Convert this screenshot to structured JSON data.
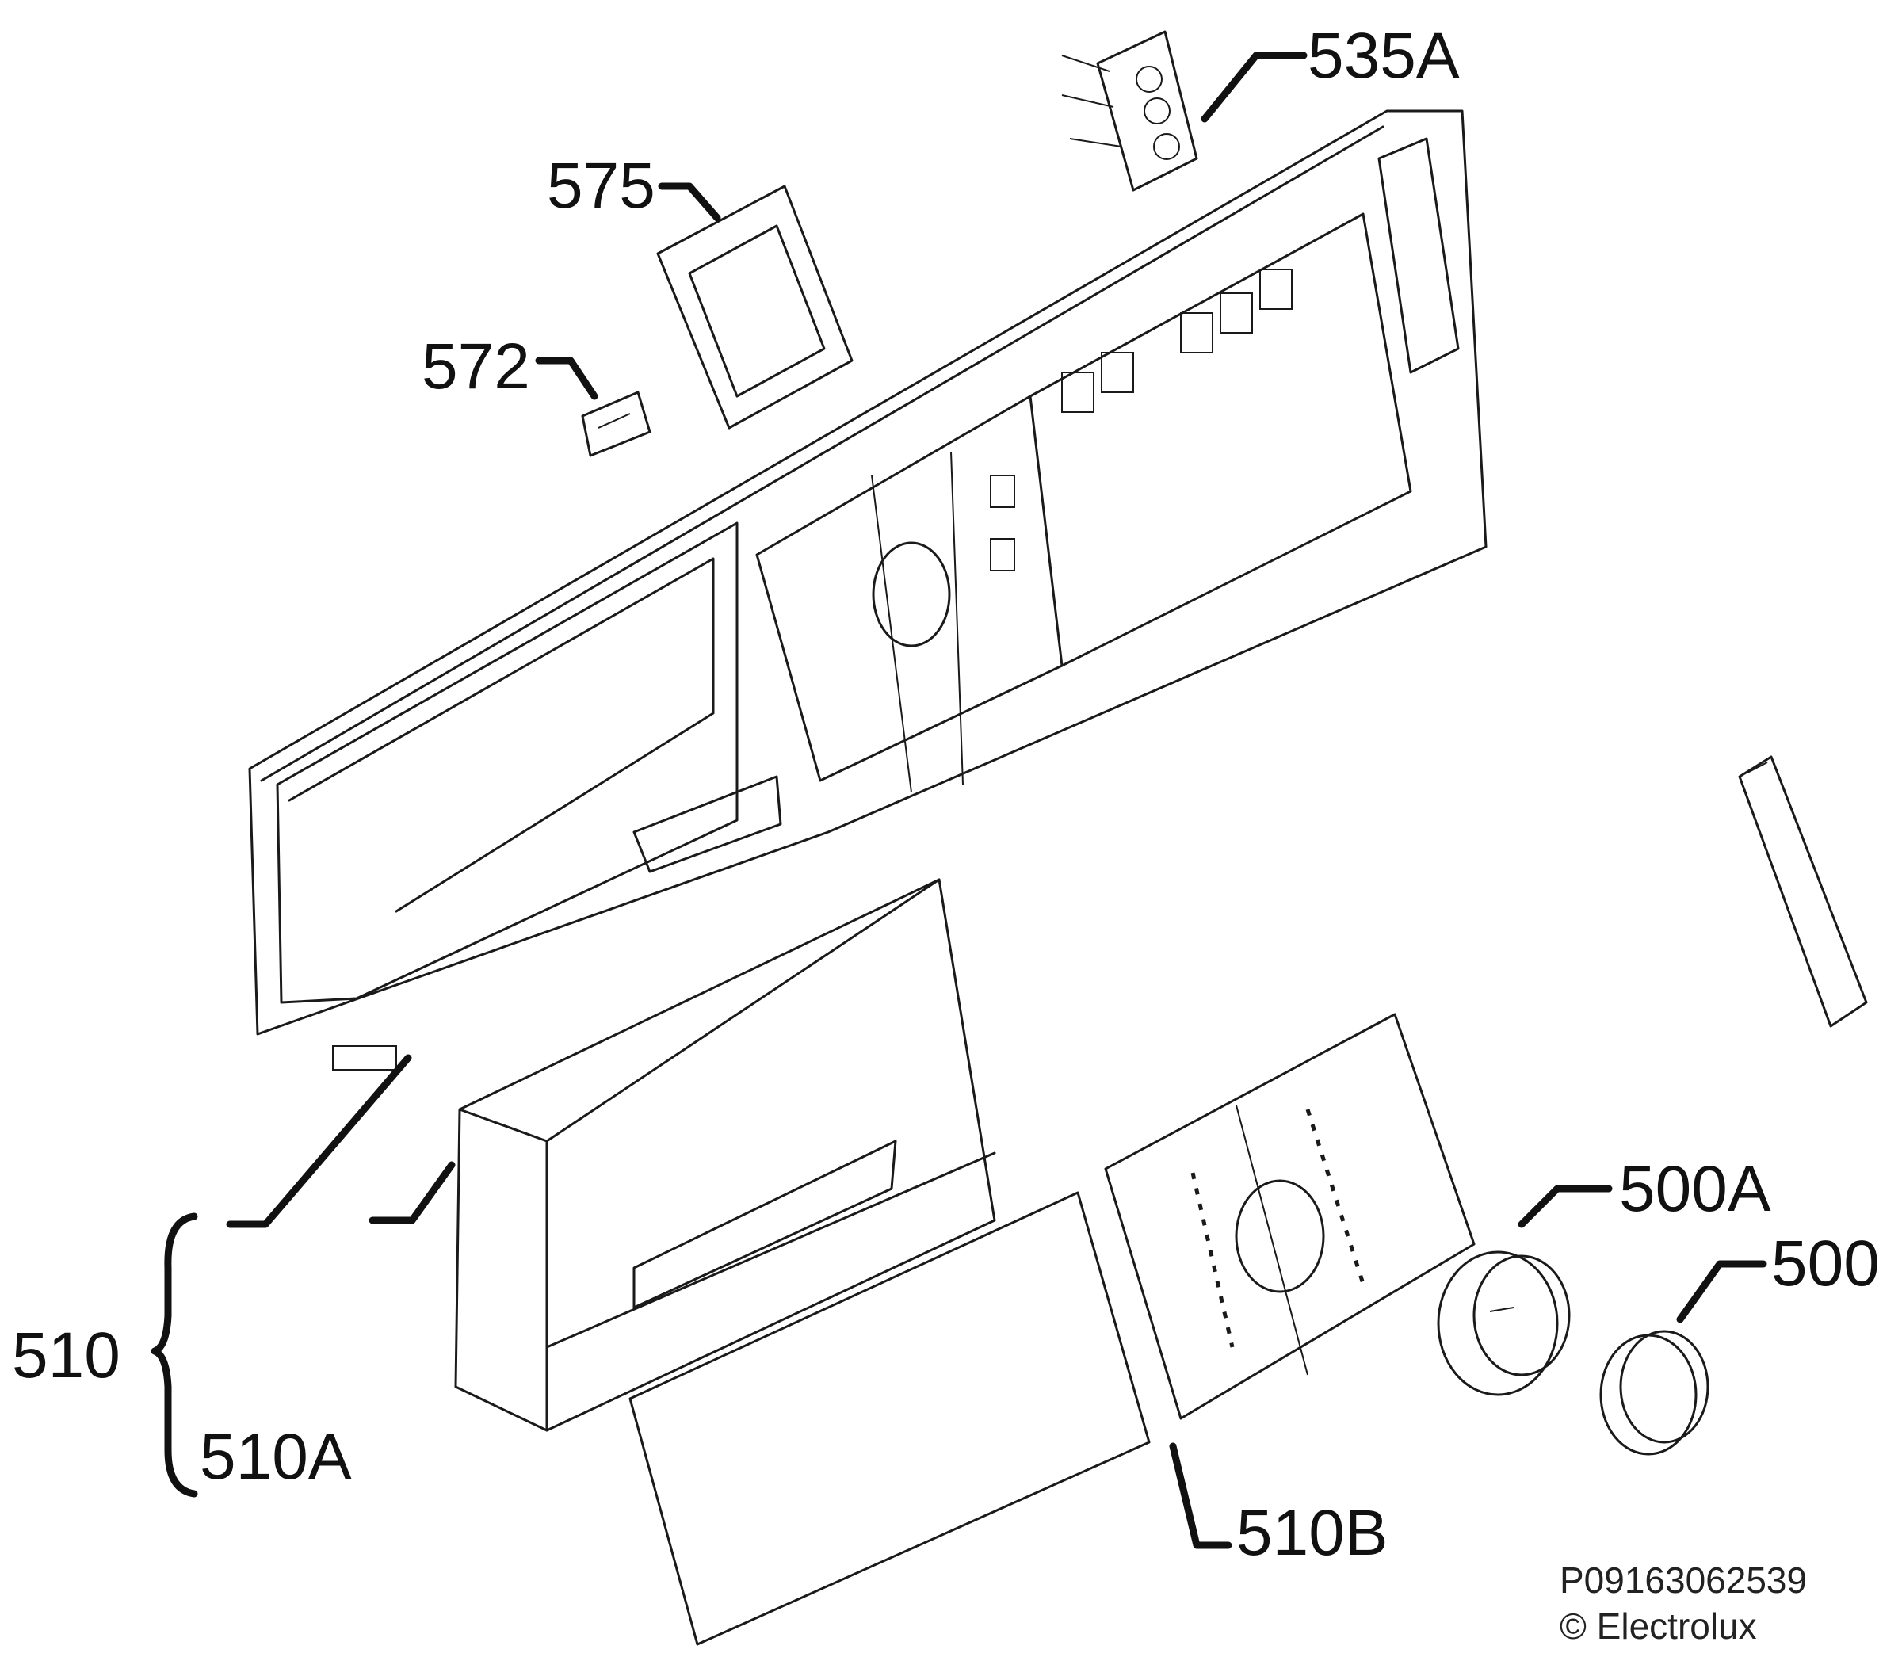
{
  "labels": {
    "p535A": "535A",
    "p575": "575",
    "p572": "572",
    "p510": "510",
    "p510A": "510A",
    "p510B": "510B",
    "p500A": "500A",
    "p500": "500"
  },
  "footer": {
    "code": "P09163062539",
    "copyright": "© Electrolux"
  }
}
